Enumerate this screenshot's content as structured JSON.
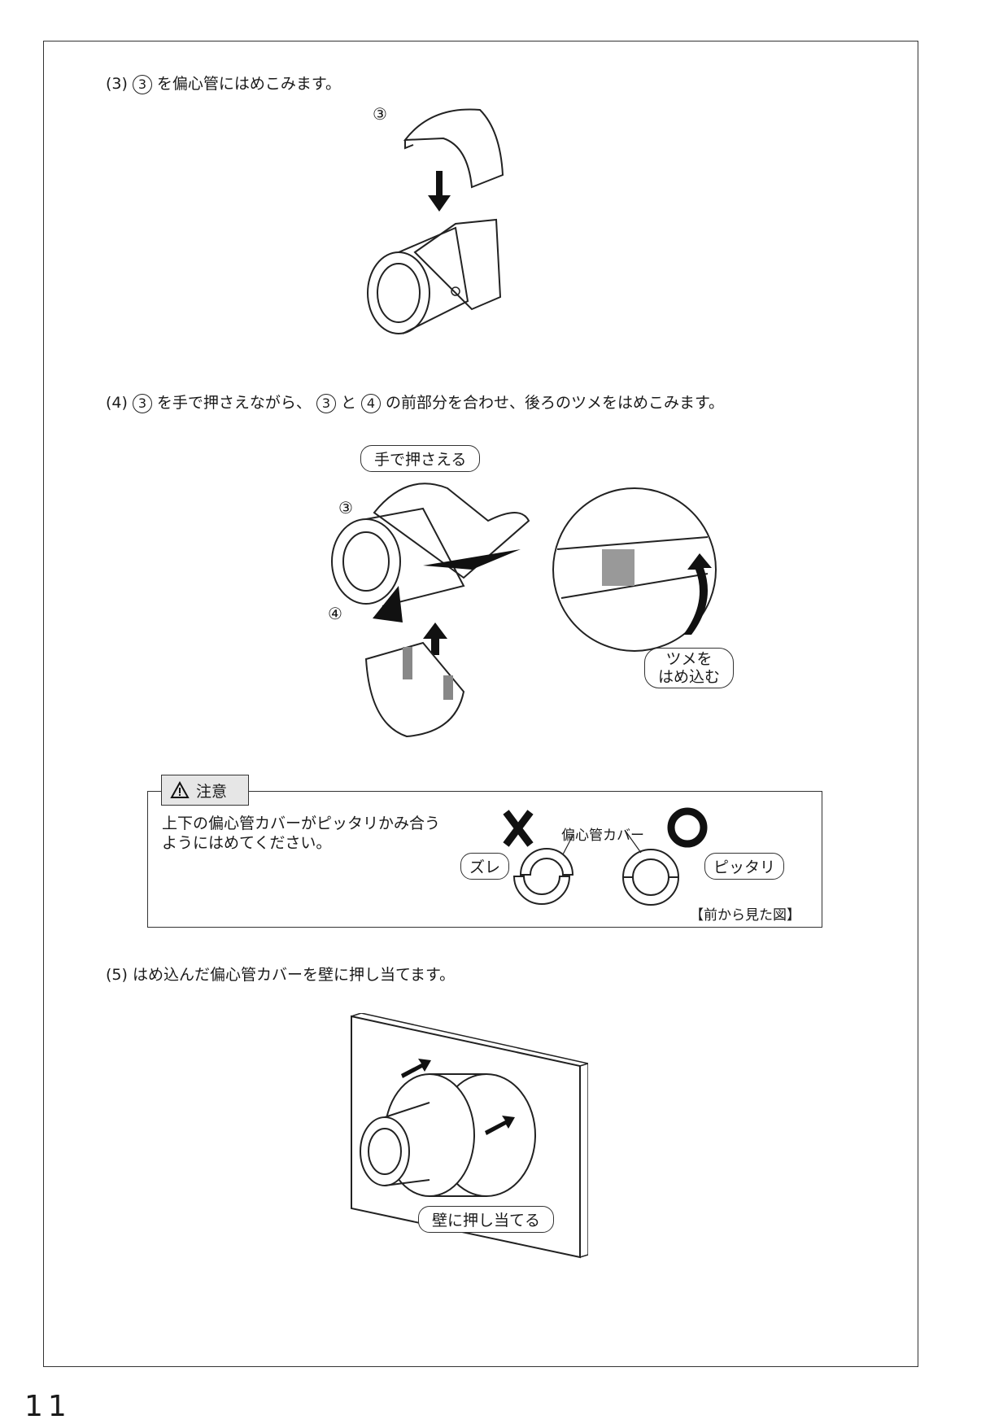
{
  "step3": {
    "num": "(3)",
    "circled": "3",
    "text": "を偏心管にはめこみます。",
    "part_label": "③"
  },
  "step4": {
    "num": "(4)",
    "c1": "3",
    "t1": "を手で押さえながら、",
    "c2": "3",
    "t2": "と",
    "c3": "4",
    "t3": "の前部分を合わせ、後ろのツメをはめこみます。",
    "callout_hand": "手で押さえる",
    "part3": "③",
    "part4": "④",
    "callout_claw_1": "ツメを",
    "callout_claw_2": "はめ込む"
  },
  "caution": {
    "title": "注意",
    "text_line1": "上下の偏心管カバーがピッタリかみ合う",
    "text_line2": "ようにはめてください。",
    "cover_label": "偏心管カバー",
    "bad_label": "ズレ",
    "good_label": "ピッタリ",
    "view_note": "【前から見た図】"
  },
  "step5": {
    "num": "(5)",
    "text": "はめ込んだ偏心管カバーを壁に押し当てます。",
    "callout": "壁に押し当てる"
  },
  "page_number": "11"
}
